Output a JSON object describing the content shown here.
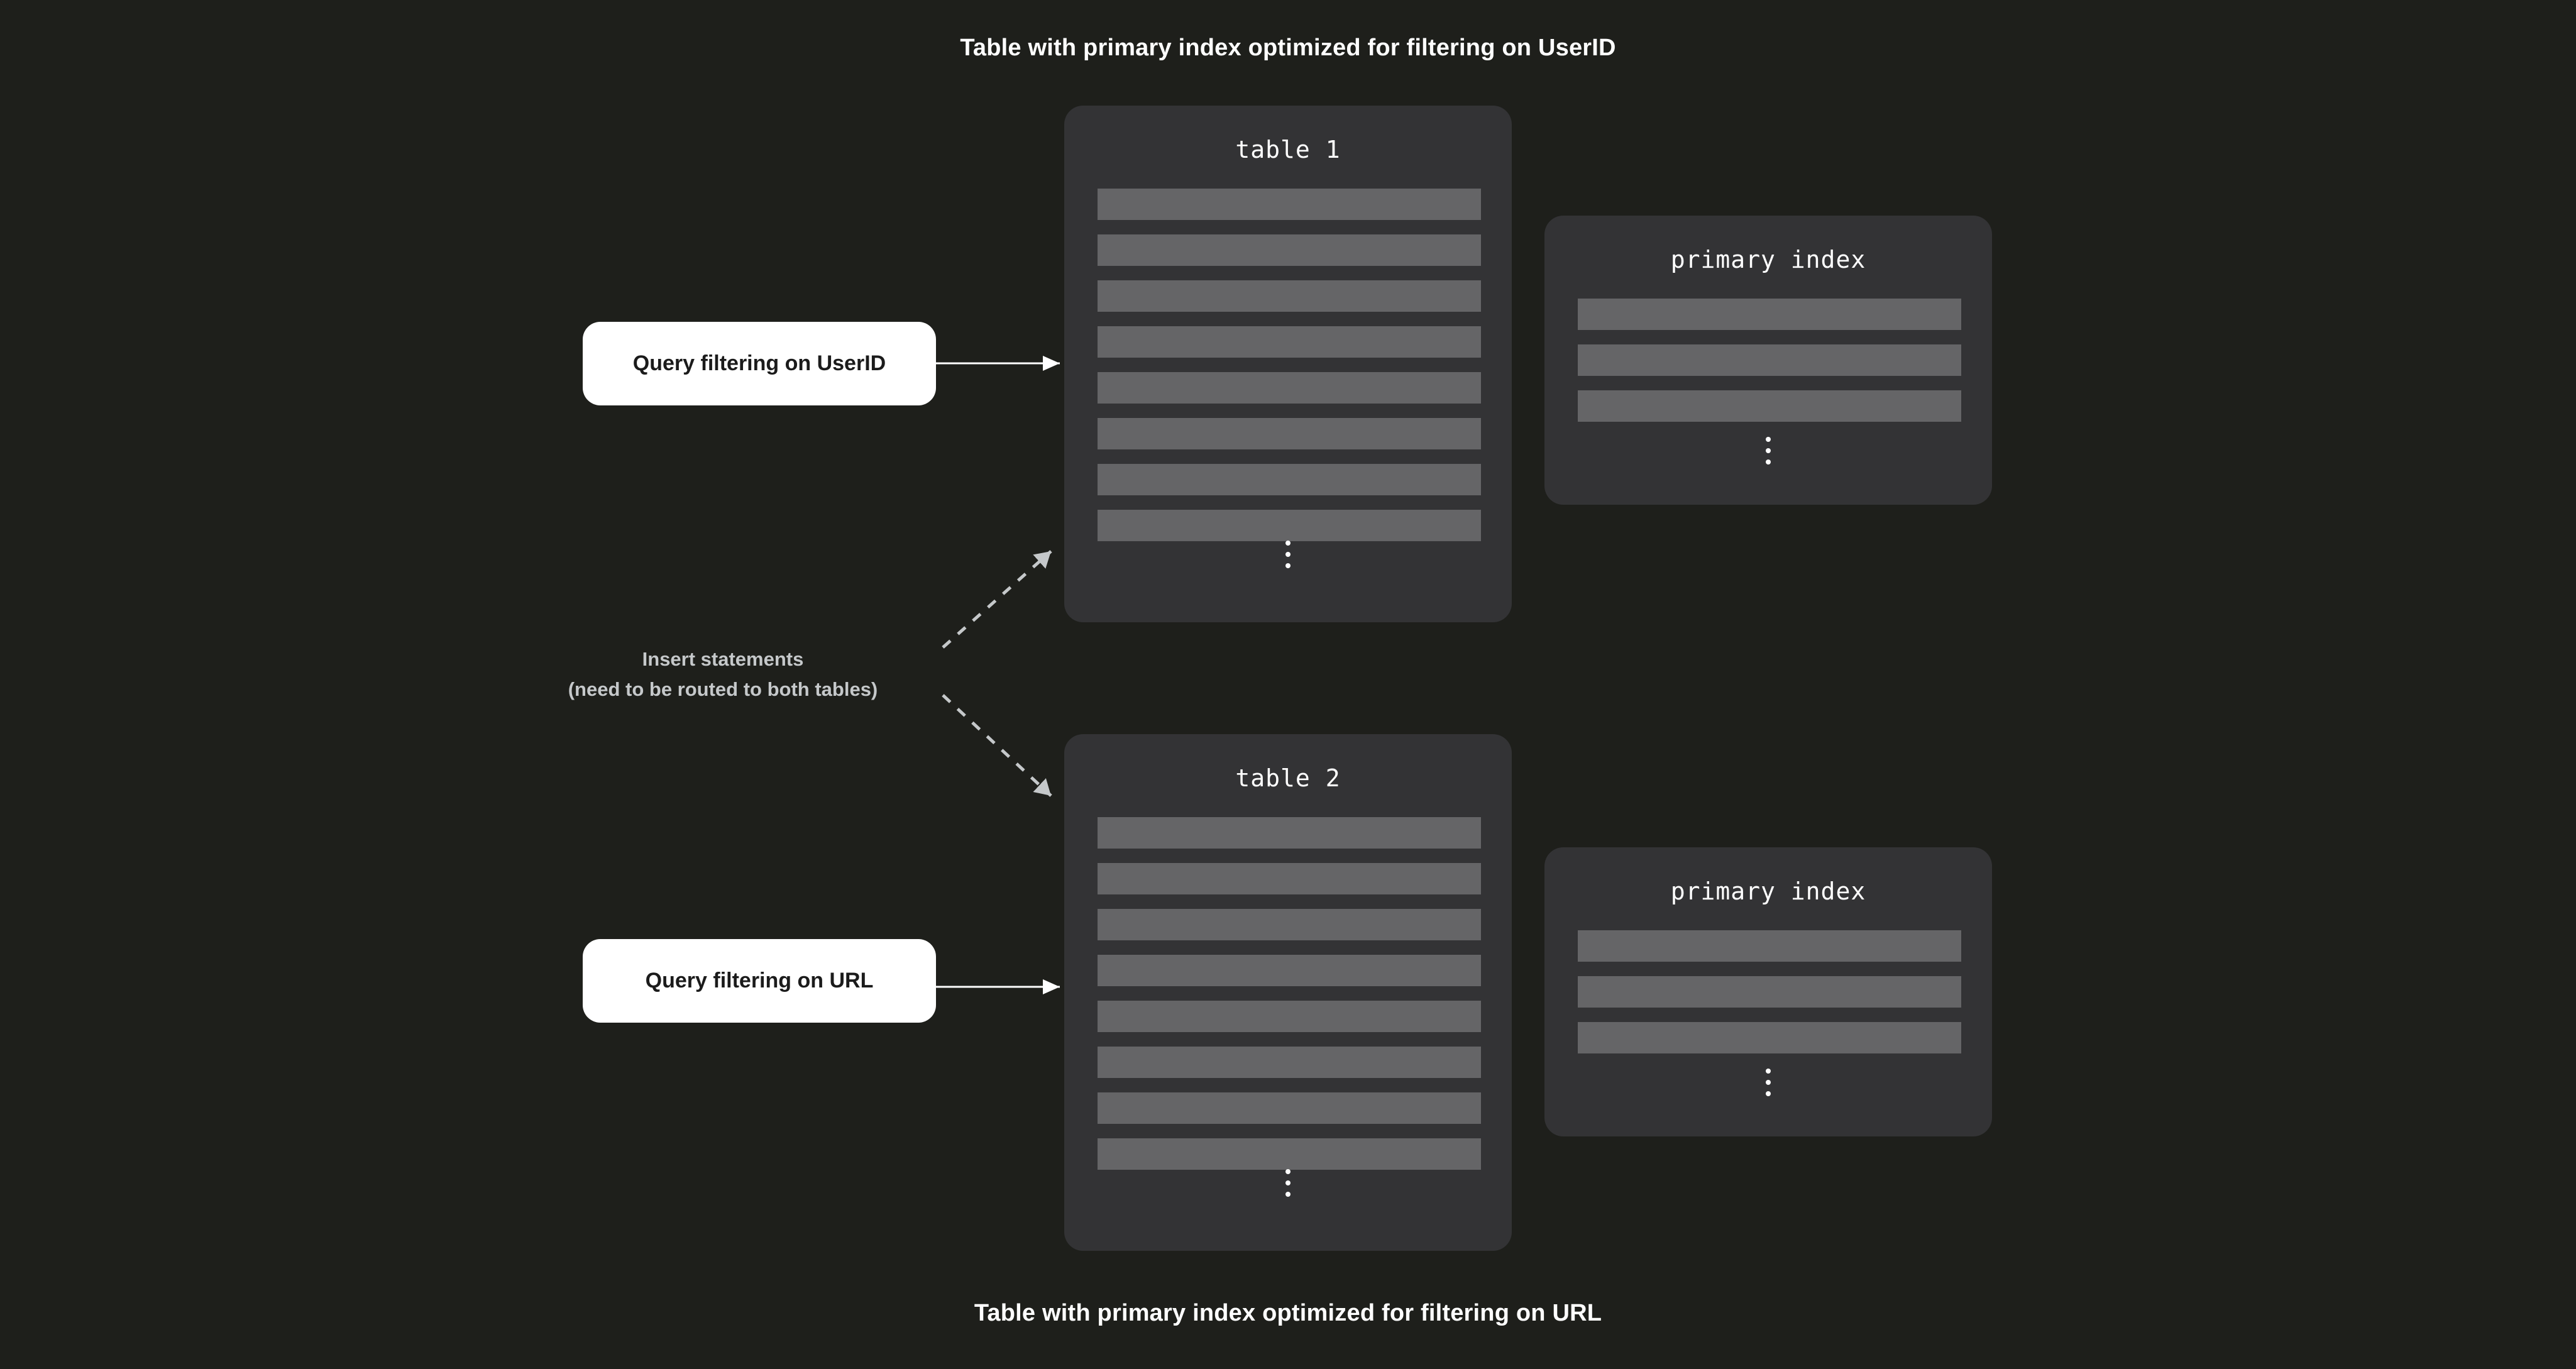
{
  "titles": {
    "top": "Table with primary index optimized for filtering on UserID",
    "bottom": "Table with primary index optimized for filtering on URL"
  },
  "tables": [
    {
      "name": "table-1",
      "title": "table  1",
      "row_count": 8,
      "has_ellipsis": true
    },
    {
      "name": "table-2",
      "title": "table  2",
      "row_count": 8,
      "has_ellipsis": true
    }
  ],
  "indexes": [
    {
      "name": "primary-index-1",
      "title": "primary index",
      "row_count": 3,
      "has_ellipsis": true
    },
    {
      "name": "primary-index-2",
      "title": "primary index",
      "row_count": 3,
      "has_ellipsis": true
    }
  ],
  "queries": [
    {
      "name": "query-userid",
      "label": "Query filtering on UserID"
    },
    {
      "name": "query-url",
      "label": "Query filtering on URL"
    }
  ],
  "insert_label": {
    "line1": "Insert statements",
    "line2": "(need to be routed to both tables)"
  },
  "colors": {
    "background": "#1e1f1b",
    "panel": "#333335",
    "row": "#656567",
    "query_box": "#ffffff",
    "query_text": "#1b1b1b",
    "title_text": "#ffffff",
    "muted_text": "#c5c8ca",
    "solid_arrow": "#ffffff",
    "dashed_arrow": "#c5c8ca"
  }
}
